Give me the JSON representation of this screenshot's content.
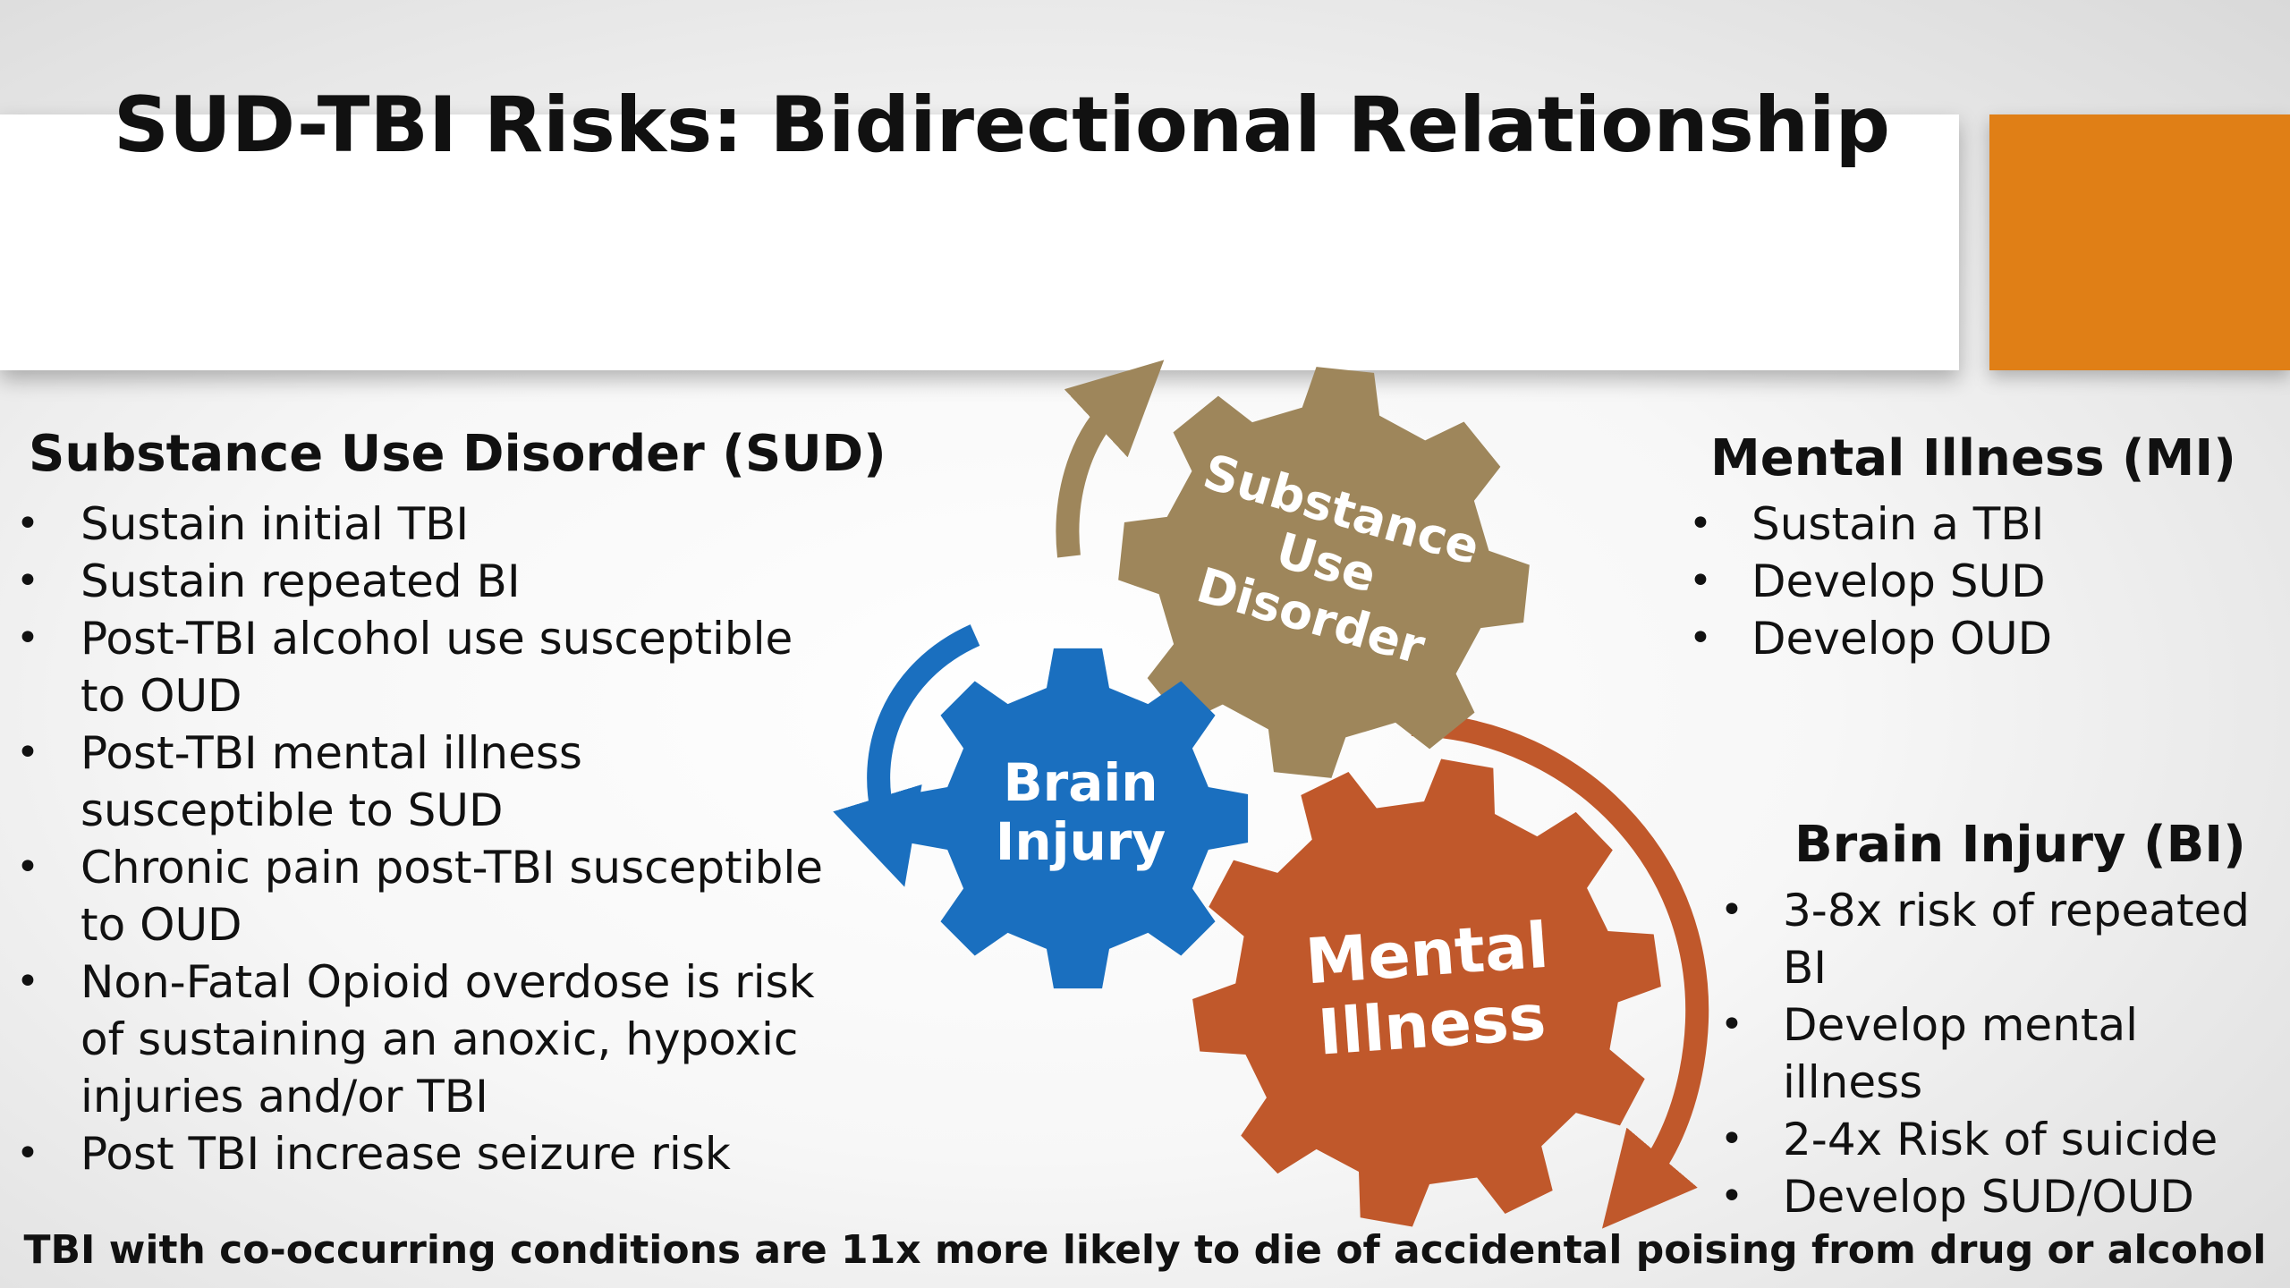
{
  "title": "SUD-TBI Risks: Bidirectional Relationship",
  "colors": {
    "accent_orange": "#e07f16",
    "gear_sud": "#9e865b",
    "gear_brain": "#1a6fbf",
    "gear_mental": "#c0582b"
  },
  "sud": {
    "heading": "Substance Use Disorder (SUD)",
    "items": [
      "Sustain initial TBI",
      "Sustain repeated BI",
      "Post-TBI alcohol use susceptible to OUD",
      "Post-TBI mental illness susceptible to SUD",
      "Chronic pain post-TBI susceptible to OUD",
      "Non-Fatal Opioid overdose is risk of sustaining an anoxic, hypoxic injuries and/or TBI",
      "Post TBI increase seizure risk"
    ]
  },
  "mi": {
    "heading": "Mental Illness (MI)",
    "items": [
      "Sustain a TBI",
      "Develop SUD",
      "Develop OUD"
    ]
  },
  "bi": {
    "heading": "Brain Injury (BI)",
    "items": [
      "3-8x risk of repeated BI",
      "Develop mental illness",
      "2-4x Risk of suicide",
      "Develop SUD/OUD"
    ]
  },
  "gears": {
    "sud": {
      "line1": "Substance",
      "line2": "Use",
      "line3": "Disorder"
    },
    "brain": {
      "line1": "Brain",
      "line2": "Injury"
    },
    "mental": {
      "line1": "Mental",
      "line2": "Illness"
    }
  },
  "footer": "TBI with co-occurring conditions are 11x more likely to die of accidental poising from drug or alcohol"
}
